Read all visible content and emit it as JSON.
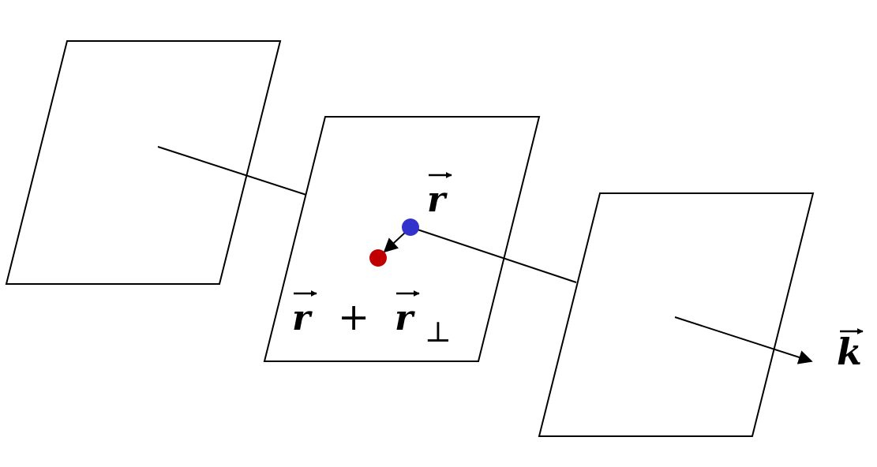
{
  "labels": {
    "r": "r",
    "plus": "+",
    "r_perp_base": "r",
    "perp": "⊥",
    "k": "k"
  },
  "colors": {
    "blue_point": "#3333cc",
    "red_point": "#c00000",
    "stroke": "#000000"
  }
}
